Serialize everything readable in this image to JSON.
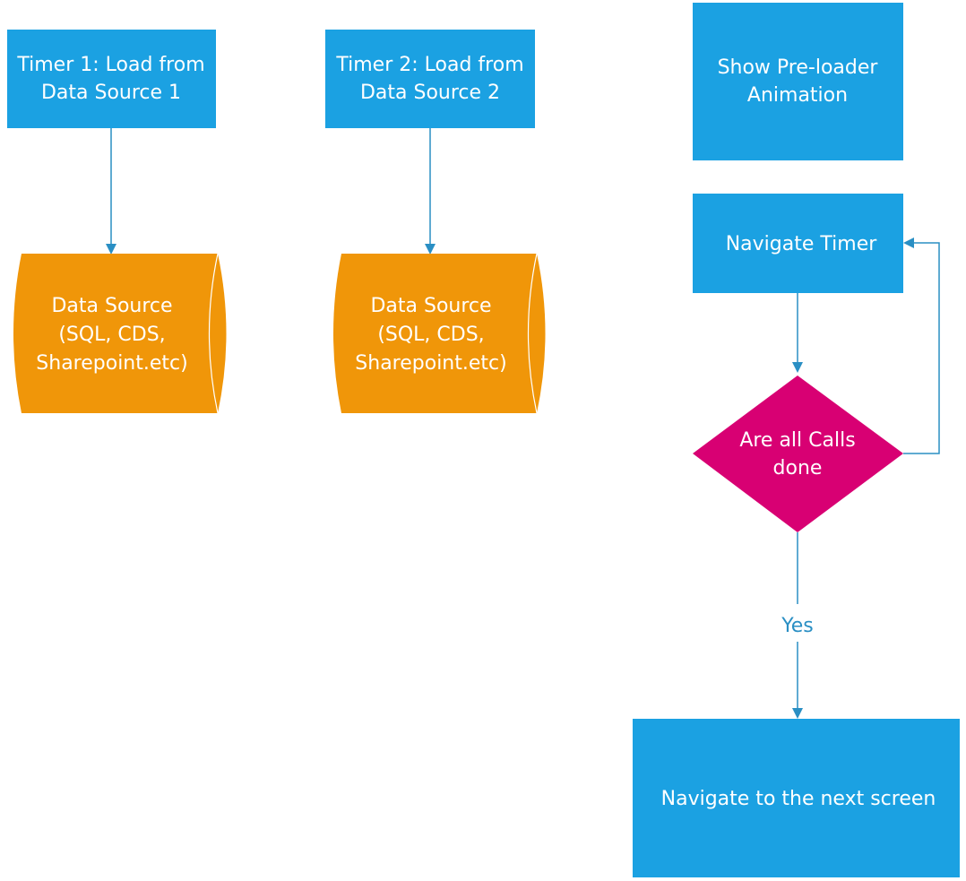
{
  "colors": {
    "process_blue": "#1ba1e2",
    "datasource_orange": "#f09609",
    "decision_magenta": "#d80073",
    "connector": "#2a8fc4",
    "text": "#ffffff"
  },
  "nodes": {
    "timer1": {
      "shape": "process",
      "lines": [
        "Timer 1: Load from",
        "Data Source 1"
      ]
    },
    "timer2": {
      "shape": "process",
      "lines": [
        "Timer 2: Load from",
        "Data Source 2"
      ]
    },
    "datasource1": {
      "shape": "data-source",
      "lines": [
        "Data Source",
        "(SQL, CDS,",
        "Sharepoint.etc)"
      ]
    },
    "datasource2": {
      "shape": "data-source",
      "lines": [
        "Data Source",
        "(SQL, CDS,",
        "Sharepoint.etc)"
      ]
    },
    "preloader": {
      "shape": "process",
      "lines": [
        "Show Pre-loader",
        "Animation"
      ]
    },
    "navigate_timer": {
      "shape": "process",
      "lines": [
        "Navigate Timer"
      ]
    },
    "decision": {
      "shape": "decision",
      "lines": [
        "Are all Calls",
        "done"
      ]
    },
    "next_screen": {
      "shape": "process",
      "lines": [
        "Navigate to the next screen"
      ]
    }
  },
  "edges": [
    {
      "from": "timer1",
      "to": "datasource1",
      "label": ""
    },
    {
      "from": "timer2",
      "to": "datasource2",
      "label": ""
    },
    {
      "from": "navigate_timer",
      "to": "decision",
      "label": ""
    },
    {
      "from": "decision",
      "to": "navigate_timer",
      "label": ""
    },
    {
      "from": "decision",
      "to": "next_screen",
      "label": "Yes"
    }
  ]
}
